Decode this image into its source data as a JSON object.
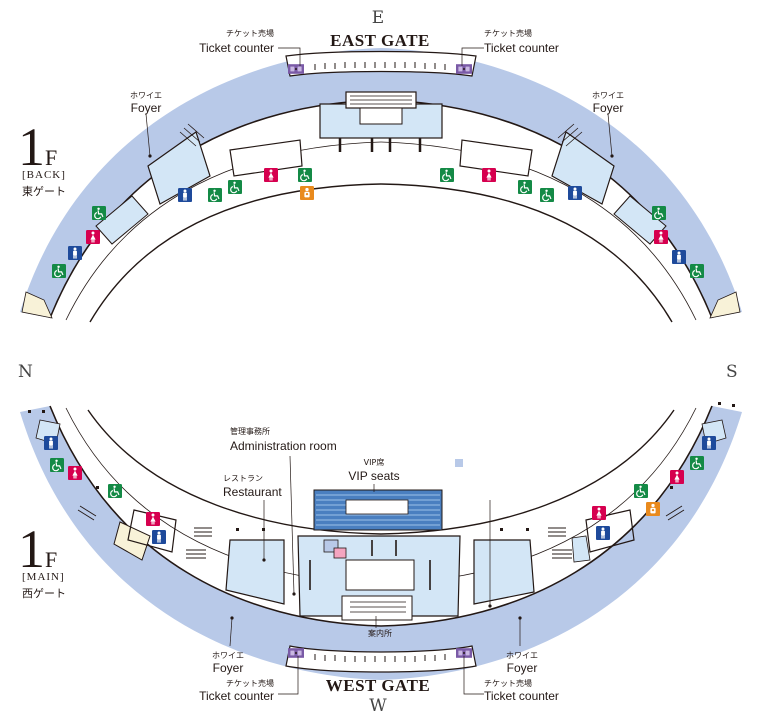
{
  "compass": {
    "east": "E",
    "west": "W",
    "north": "N",
    "south": "S"
  },
  "back_floor": {
    "floor_number": "1",
    "floor_letter": "F",
    "tag": "[BACK]",
    "subtitle": "東ゲート",
    "gate": "EAST GATE",
    "ticket_left": {
      "jp": "チケット売場",
      "en": "Ticket counter"
    },
    "ticket_right": {
      "jp": "チケット売場",
      "en": "Ticket counter"
    },
    "foyer_left": {
      "jp": "ホワイエ",
      "en": "Foyer"
    },
    "foyer_right": {
      "jp": "ホワイエ",
      "en": "Foyer"
    }
  },
  "main_floor": {
    "floor_number": "1",
    "floor_letter": "F",
    "tag": "[MAIN]",
    "subtitle": "西ゲート",
    "gate": "WEST GATE",
    "admin": {
      "jp": "管理事務所",
      "en": "Administration room"
    },
    "vip": {
      "jp": "VIP席",
      "en": "VIP seats"
    },
    "restaurant": {
      "jp": "レストラン",
      "en": "Restaurant"
    },
    "info": {
      "jp": "案内所"
    },
    "ticket_left": {
      "jp": "チケット売場",
      "en": "Ticket counter"
    },
    "ticket_right": {
      "jp": "チケット売場",
      "en": "Ticket counter"
    },
    "foyer_left": {
      "jp": "ホワイエ",
      "en": "Foyer"
    },
    "foyer_right": {
      "jp": "ホワイエ",
      "en": "Foyer"
    }
  },
  "colors": {
    "concourse_blue": "#b8c9e8",
    "room_blue": "#d3e6f6",
    "room_cream": "#f8f2d8",
    "wall": "#231815",
    "accessible_green": "#148a46",
    "female_red": "#d6004f",
    "male_blue": "#1e4a9b",
    "nursing_orange": "#e98a1d",
    "ticket_purple": "#7a5aa6",
    "vip_blue": "#4a7fc0"
  },
  "icons": {
    "accessible": "wheelchair-icon",
    "female": "female-restroom-icon",
    "male": "male-restroom-icon",
    "nursing": "nursing-room-icon",
    "ticket": "ticket-booth-icon"
  }
}
